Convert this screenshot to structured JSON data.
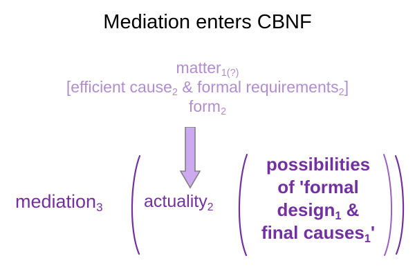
{
  "slide": {
    "title": "Mediation enters CBNF",
    "background_color": "#ffffff",
    "title_color": "#000000"
  },
  "colors": {
    "light_purple": "#b28cd0",
    "dark_purple": "#7230a0",
    "arrow_fill": "#cdaaf0",
    "arrow_outline": "#808080"
  },
  "upper_block": {
    "color": "#b28cd0",
    "line1": {
      "text": "matter",
      "sub": "1(?)"
    },
    "line2": {
      "prefix": "[efficient cause",
      "sub1": "2",
      "middle": " & formal requirements",
      "sub2": "2",
      "suffix": "]"
    },
    "line3": {
      "text": "form",
      "sub": "2"
    }
  },
  "arrow": {
    "name": "down-arrow",
    "direction": "down",
    "fill": "#cdaaf0",
    "outline": "#808080"
  },
  "formula": {
    "mediation": {
      "text": "mediation",
      "sub": "3"
    },
    "actuality": {
      "text": "actuality",
      "sub": "2"
    },
    "possibilities": {
      "line1": "possibilities",
      "line2": "of 'formal",
      "line3_prefix": "design",
      "line3_sub": "1",
      "line3_suffix": " &",
      "line4_prefix": "final causes",
      "line4_sub": "1",
      "line4_suffix": "'"
    }
  },
  "parentheses": {
    "left_outer": "(",
    "inner_open": "(",
    "inner_close": ")",
    "right_outer": ")"
  }
}
